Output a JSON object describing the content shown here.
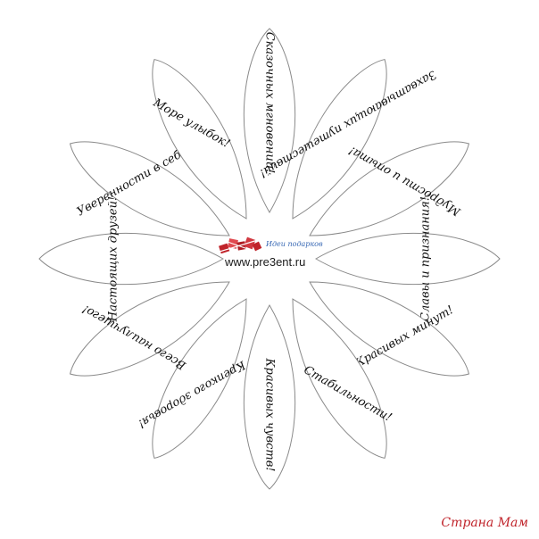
{
  "petals": [
    {
      "label": "Сказочных мгновений!"
    },
    {
      "label": "Захватывающих путешествий!"
    },
    {
      "label": "Мудрости и опыта!"
    },
    {
      "label": "Славы и признания!"
    },
    {
      "label": "Красивых минут!"
    },
    {
      "label": "Стабильности!"
    },
    {
      "label": "Красивых чувств!"
    },
    {
      "label": "Крепкого здоровья!"
    },
    {
      "label": "Всего наилучшего!"
    },
    {
      "label": "Настоящих друзей!"
    },
    {
      "label": "Уверенности в себе!"
    },
    {
      "label": "Море улыбок!"
    }
  ],
  "center": {
    "brand": "Идеи подарков",
    "url": "www.pre3ent.ru"
  },
  "watermark": "Страна Мам",
  "colors": {
    "petal_stroke": "#8a8a8a",
    "brand_red": "#c0242b",
    "watermark": "#c0242b"
  }
}
